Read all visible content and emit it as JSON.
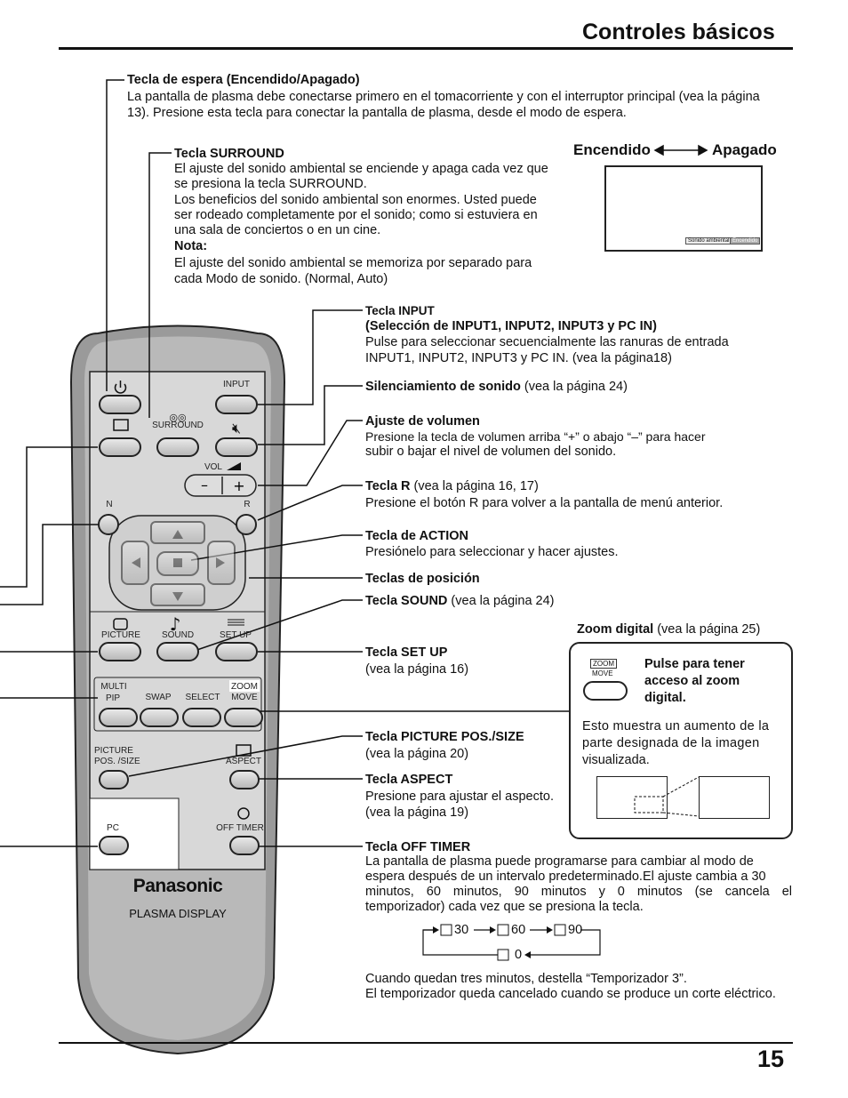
{
  "header": {
    "title": "Controles básicos",
    "page_number": "15"
  },
  "standby": {
    "title": "Tecla de espera  (Encendido/Apagado)",
    "text1": "La pantalla de plasma debe conectarse primero en el tomacorriente y con el interruptor principal (vea la página",
    "text2": "13). Presione esta tecla para conectar la pantalla de plasma, desde el modo de espera."
  },
  "surround": {
    "title": "Tecla SURROUND",
    "lines": [
      "El ajuste del sonido ambiental se enciende y apaga cada vez que",
      "se presiona la tecla SURROUND.",
      "Los beneficios del sonido ambiental son enormes. Usted puede",
      "ser rodeado completamente por el sonido; como si estuviera en",
      "una sala de conciertos o en un cine."
    ],
    "note_title": "Nota:",
    "note_lines": [
      "El ajuste del sonido ambiental se memoriza por separado para",
      "cada Modo de sonido. (Normal, Auto)"
    ]
  },
  "onoff": {
    "on": "Encendido",
    "off": "Apagado",
    "osd_label": "Sonido ambiental",
    "osd_value": "Encendido"
  },
  "input": {
    "title": "Tecla INPUT",
    "subtitle": "(Selección de INPUT1, INPUT2, INPUT3 y PC IN)",
    "text1": "Pulse para seleccionar secuencialmente las ranuras de entrada",
    "text2": "INPUT1, INPUT2, INPUT3 y PC IN. (vea la página18)"
  },
  "mute": {
    "title": "Silenciamiento de sonido",
    "ref": " (vea la página 24)"
  },
  "volume": {
    "title": "Ajuste de volumen",
    "text1": "Presione la tecla de volumen arriba “+” o abajo “–” para hacer",
    "text2": "subir o bajar el nivel de volumen del sonido."
  },
  "r_key": {
    "title": "Tecla R",
    "ref": " (vea la página 16, 17)",
    "text": "Presione el botón R para volver a la pantalla de menú anterior."
  },
  "action": {
    "title": "Tecla de ACTION",
    "text": "Presiónelo para seleccionar y hacer ajustes."
  },
  "position": {
    "title": "Teclas de posición"
  },
  "sound": {
    "title": "Tecla SOUND",
    "ref": " (vea la página 24)"
  },
  "setup": {
    "title": "Tecla SET UP",
    "ref": "(vea la página 16)"
  },
  "zoom": {
    "title": "Zoom digital",
    "ref": " (vea la página 25)",
    "bold1": "Pulse para tener",
    "bold2": "acceso al zoom",
    "bold3": "digital.",
    "text1": "Esto muestra un aumento de la",
    "text2": "parte designada de la imagen",
    "text3": "visualizada.",
    "btn_top": "ZOOM",
    "btn_bottom": "MOVE"
  },
  "pic_pos": {
    "title": "Tecla PICTURE POS./SIZE",
    "ref": "(vea la página 20)"
  },
  "aspect": {
    "title": "Tecla ASPECT",
    "text1": "Presione para ajustar el aspecto.",
    "text2": "(vea la página 19)"
  },
  "off_timer": {
    "title": "Tecla OFF TIMER",
    "lines": [
      "La pantalla de plasma puede programarse para cambiar al modo de",
      "espera después de un intervalo predeterminado.El ajuste cambia a 30",
      "minutos, 60 minutos, 90 minutos y 0 minutos (se cancela el",
      "temporizador) cada vez que se presiona la tecla."
    ],
    "cycle": [
      "30",
      "60",
      "90",
      "0"
    ],
    "foot1": "Cuando quedan tres minutos, destella “Temporizador 3”.",
    "foot2": "El temporizador queda cancelado cuando se produce un corte eléctrico."
  },
  "remote": {
    "input": "INPUT",
    "surround": "SURROUND",
    "vol": "VOL",
    "n": "N",
    "r": "R",
    "picture": "PICTURE",
    "sound": "SOUND",
    "setup": "SET UP",
    "multi": "MULTI",
    "pip": "PIP",
    "swap": "SWAP",
    "select": "SELECT",
    "zoom": "ZOOM",
    "move": "MOVE",
    "picture2": "PICTURE",
    "possize": "POS. /SIZE",
    "aspect": "ASPECT",
    "pc": "PC",
    "offtimer": "OFF TIMER",
    "brand": "Panasonic",
    "model": "PLASMA DISPLAY"
  }
}
